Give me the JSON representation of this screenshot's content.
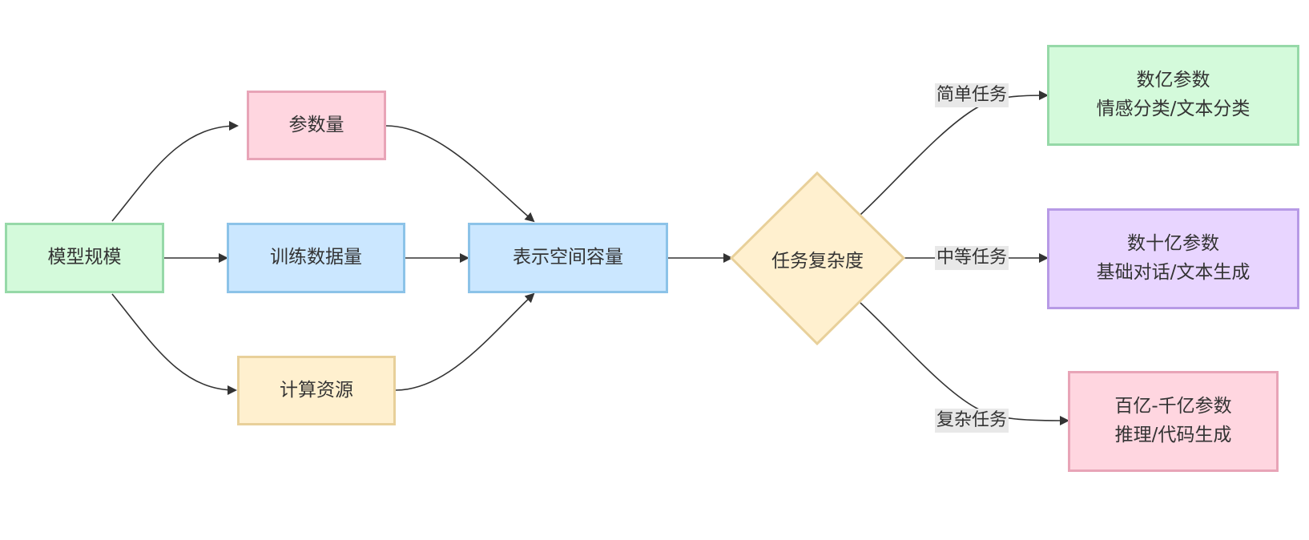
{
  "colors": {
    "green_fill": "#d4fadb",
    "green_stroke": "#96d9a8",
    "pink_fill": "#ffd6e0",
    "pink_stroke": "#e8a4b7",
    "blue_fill": "#cbe7ff",
    "blue_stroke": "#8cc3e8",
    "yellow_fill": "#fff0cf",
    "yellow_stroke": "#e8d09a",
    "purple_fill": "#e8d5ff",
    "purple_stroke": "#b79ae6",
    "edge": "#333333"
  },
  "nodes": {
    "model_scale": "模型规模",
    "params": "参数量",
    "training_data": "训练数据量",
    "compute": "计算资源",
    "representation": "表示空间容量",
    "task_complexity": "任务复杂度",
    "simple_result": {
      "line1": "数亿参数",
      "line2": "情感分类/文本分类"
    },
    "medium_result": {
      "line1": "数十亿参数",
      "line2": "基础对话/文本生成"
    },
    "complex_result": {
      "line1": "百亿-千亿参数",
      "line2": "推理/代码生成"
    }
  },
  "edge_labels": {
    "simple": "简单任务",
    "medium": "中等任务",
    "complex": "复杂任务"
  }
}
